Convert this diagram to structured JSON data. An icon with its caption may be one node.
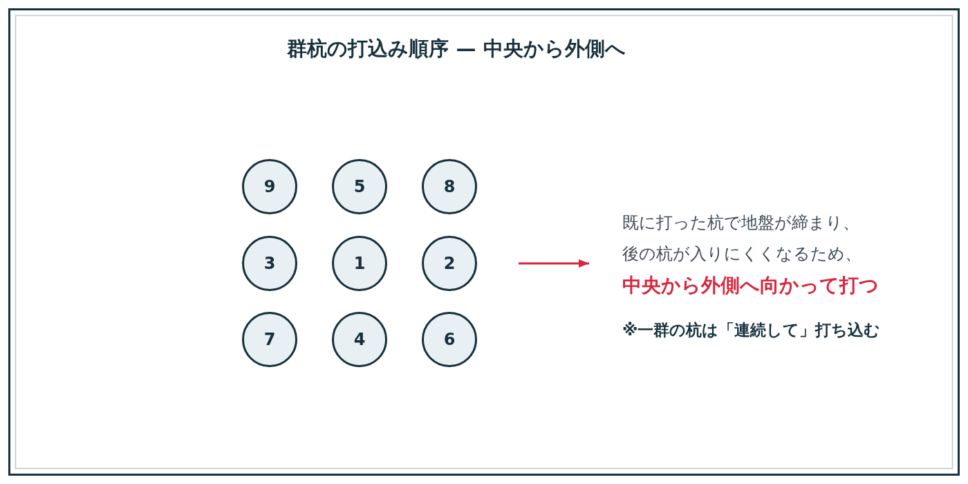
{
  "diagram": {
    "title": "群杭の打込み順序 — 中央から外側へ",
    "nodes": [
      {
        "text": [
          "9"
        ]
      },
      {
        "text": [
          "5"
        ]
      },
      {
        "text": [
          "8"
        ]
      },
      {
        "text": [
          "3"
        ]
      },
      {
        "text": [
          "1"
        ]
      },
      {
        "text": [
          "2"
        ]
      },
      {
        "text": [
          "7"
        ]
      },
      {
        "text": [
          "4"
        ]
      },
      {
        "text": [
          "6"
        ]
      },
      {
        "text": [
          "既に打った杭で地盤が締まり、後の杭が入りにくくなるため、",
          "中央から外側へ向かって打つ",
          "※一群の杭は「連続して」打ち込む"
        ]
      }
    ],
    "edges": [
      {
        "from": null,
        "to": 9,
        "arrow": "to",
        "color": "#d7263d"
      }
    ]
  }
}
